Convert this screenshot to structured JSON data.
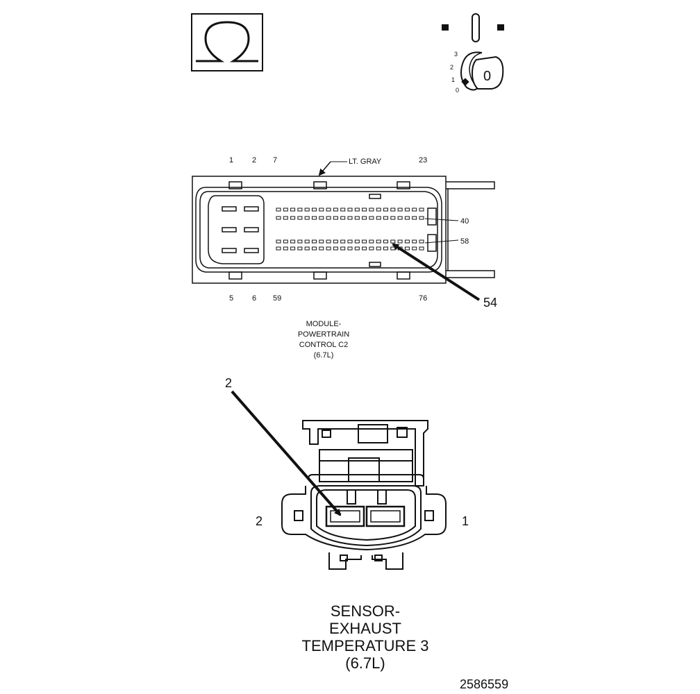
{
  "ohm_symbol": {
    "glyph": "Ω",
    "icon": "ohm-meter-icon"
  },
  "ignition_switch": {
    "icon": "ignition-key-icon",
    "positions": [
      "3",
      "2",
      "1",
      "0"
    ],
    "key_text": "0"
  },
  "pcm_connector": {
    "color_label": "LT. GRAY",
    "top_pins": [
      "1",
      "2",
      "7",
      "23"
    ],
    "bottom_pins": [
      "5",
      "6",
      "59",
      "76"
    ],
    "side_pins": [
      "40",
      "58"
    ],
    "callout_pin": "54",
    "caption_lines": [
      "MODULE-",
      "POWERTRAIN",
      "CONTROL C2",
      "(6.7L)"
    ]
  },
  "sensor_connector": {
    "callout_pin": "2",
    "left_pin": "2",
    "right_pin": "1",
    "caption_lines": [
      "SENSOR-",
      "EXHAUST",
      "TEMPERATURE 3",
      "(6.7L)"
    ]
  },
  "figure_number": "2586559"
}
